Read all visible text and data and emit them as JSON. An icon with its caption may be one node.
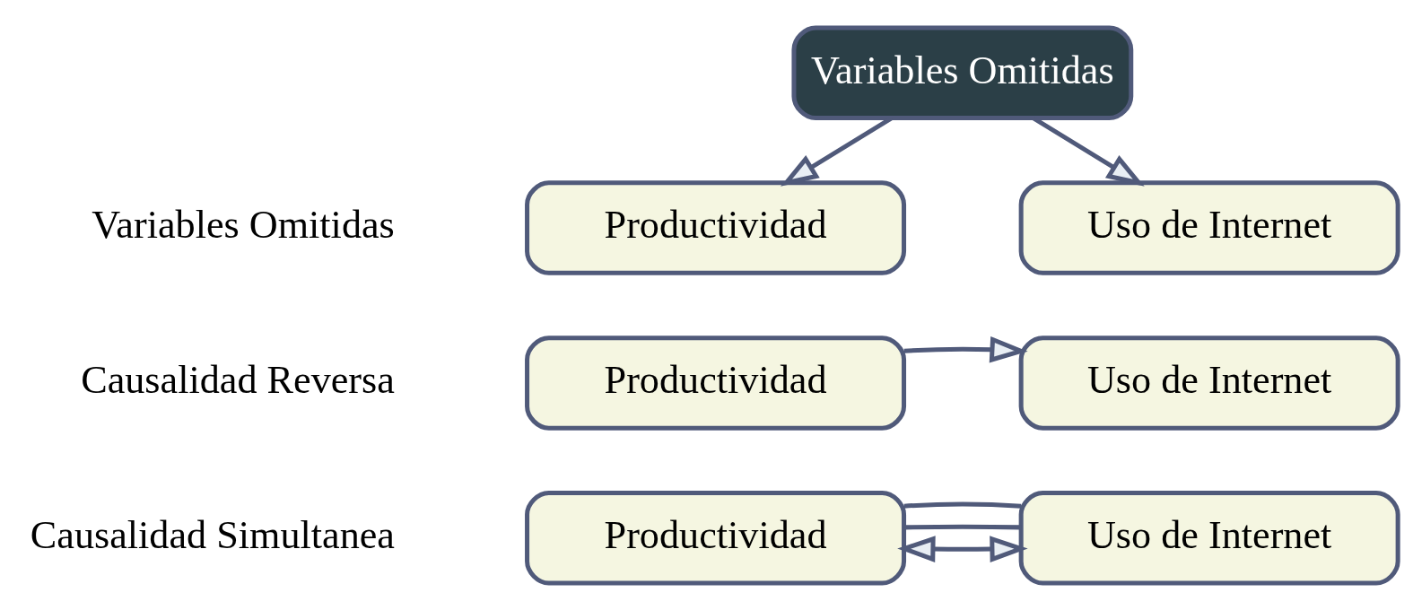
{
  "diagram": {
    "nodes": [
      {
        "text": [
          "Variables Omitidas"
        ]
      },
      {
        "text": [
          "Productividad"
        ]
      },
      {
        "text": [
          "Uso de Internet"
        ]
      },
      {
        "text": [
          "Productividad"
        ]
      },
      {
        "text": [
          "Uso de Internet"
        ]
      },
      {
        "text": [
          "Productividad"
        ]
      },
      {
        "text": [
          "Uso de Internet"
        ]
      }
    ],
    "edges": [
      {
        "from": 0,
        "to": 1,
        "arrow": "to"
      },
      {
        "from": 0,
        "to": 2,
        "arrow": "to"
      },
      {
        "from": 3,
        "to": 4,
        "arrow": "to"
      },
      {
        "from": 5,
        "to": 6,
        "arrow": "both"
      },
      {
        "from": 5,
        "to": 6,
        "arrow": "none"
      },
      {
        "from": 5,
        "to": 6,
        "arrow": "none"
      }
    ],
    "labels": [
      "Variables Omitidas",
      "Causalidad Reversa",
      "Causalidad Simultanea"
    ]
  }
}
